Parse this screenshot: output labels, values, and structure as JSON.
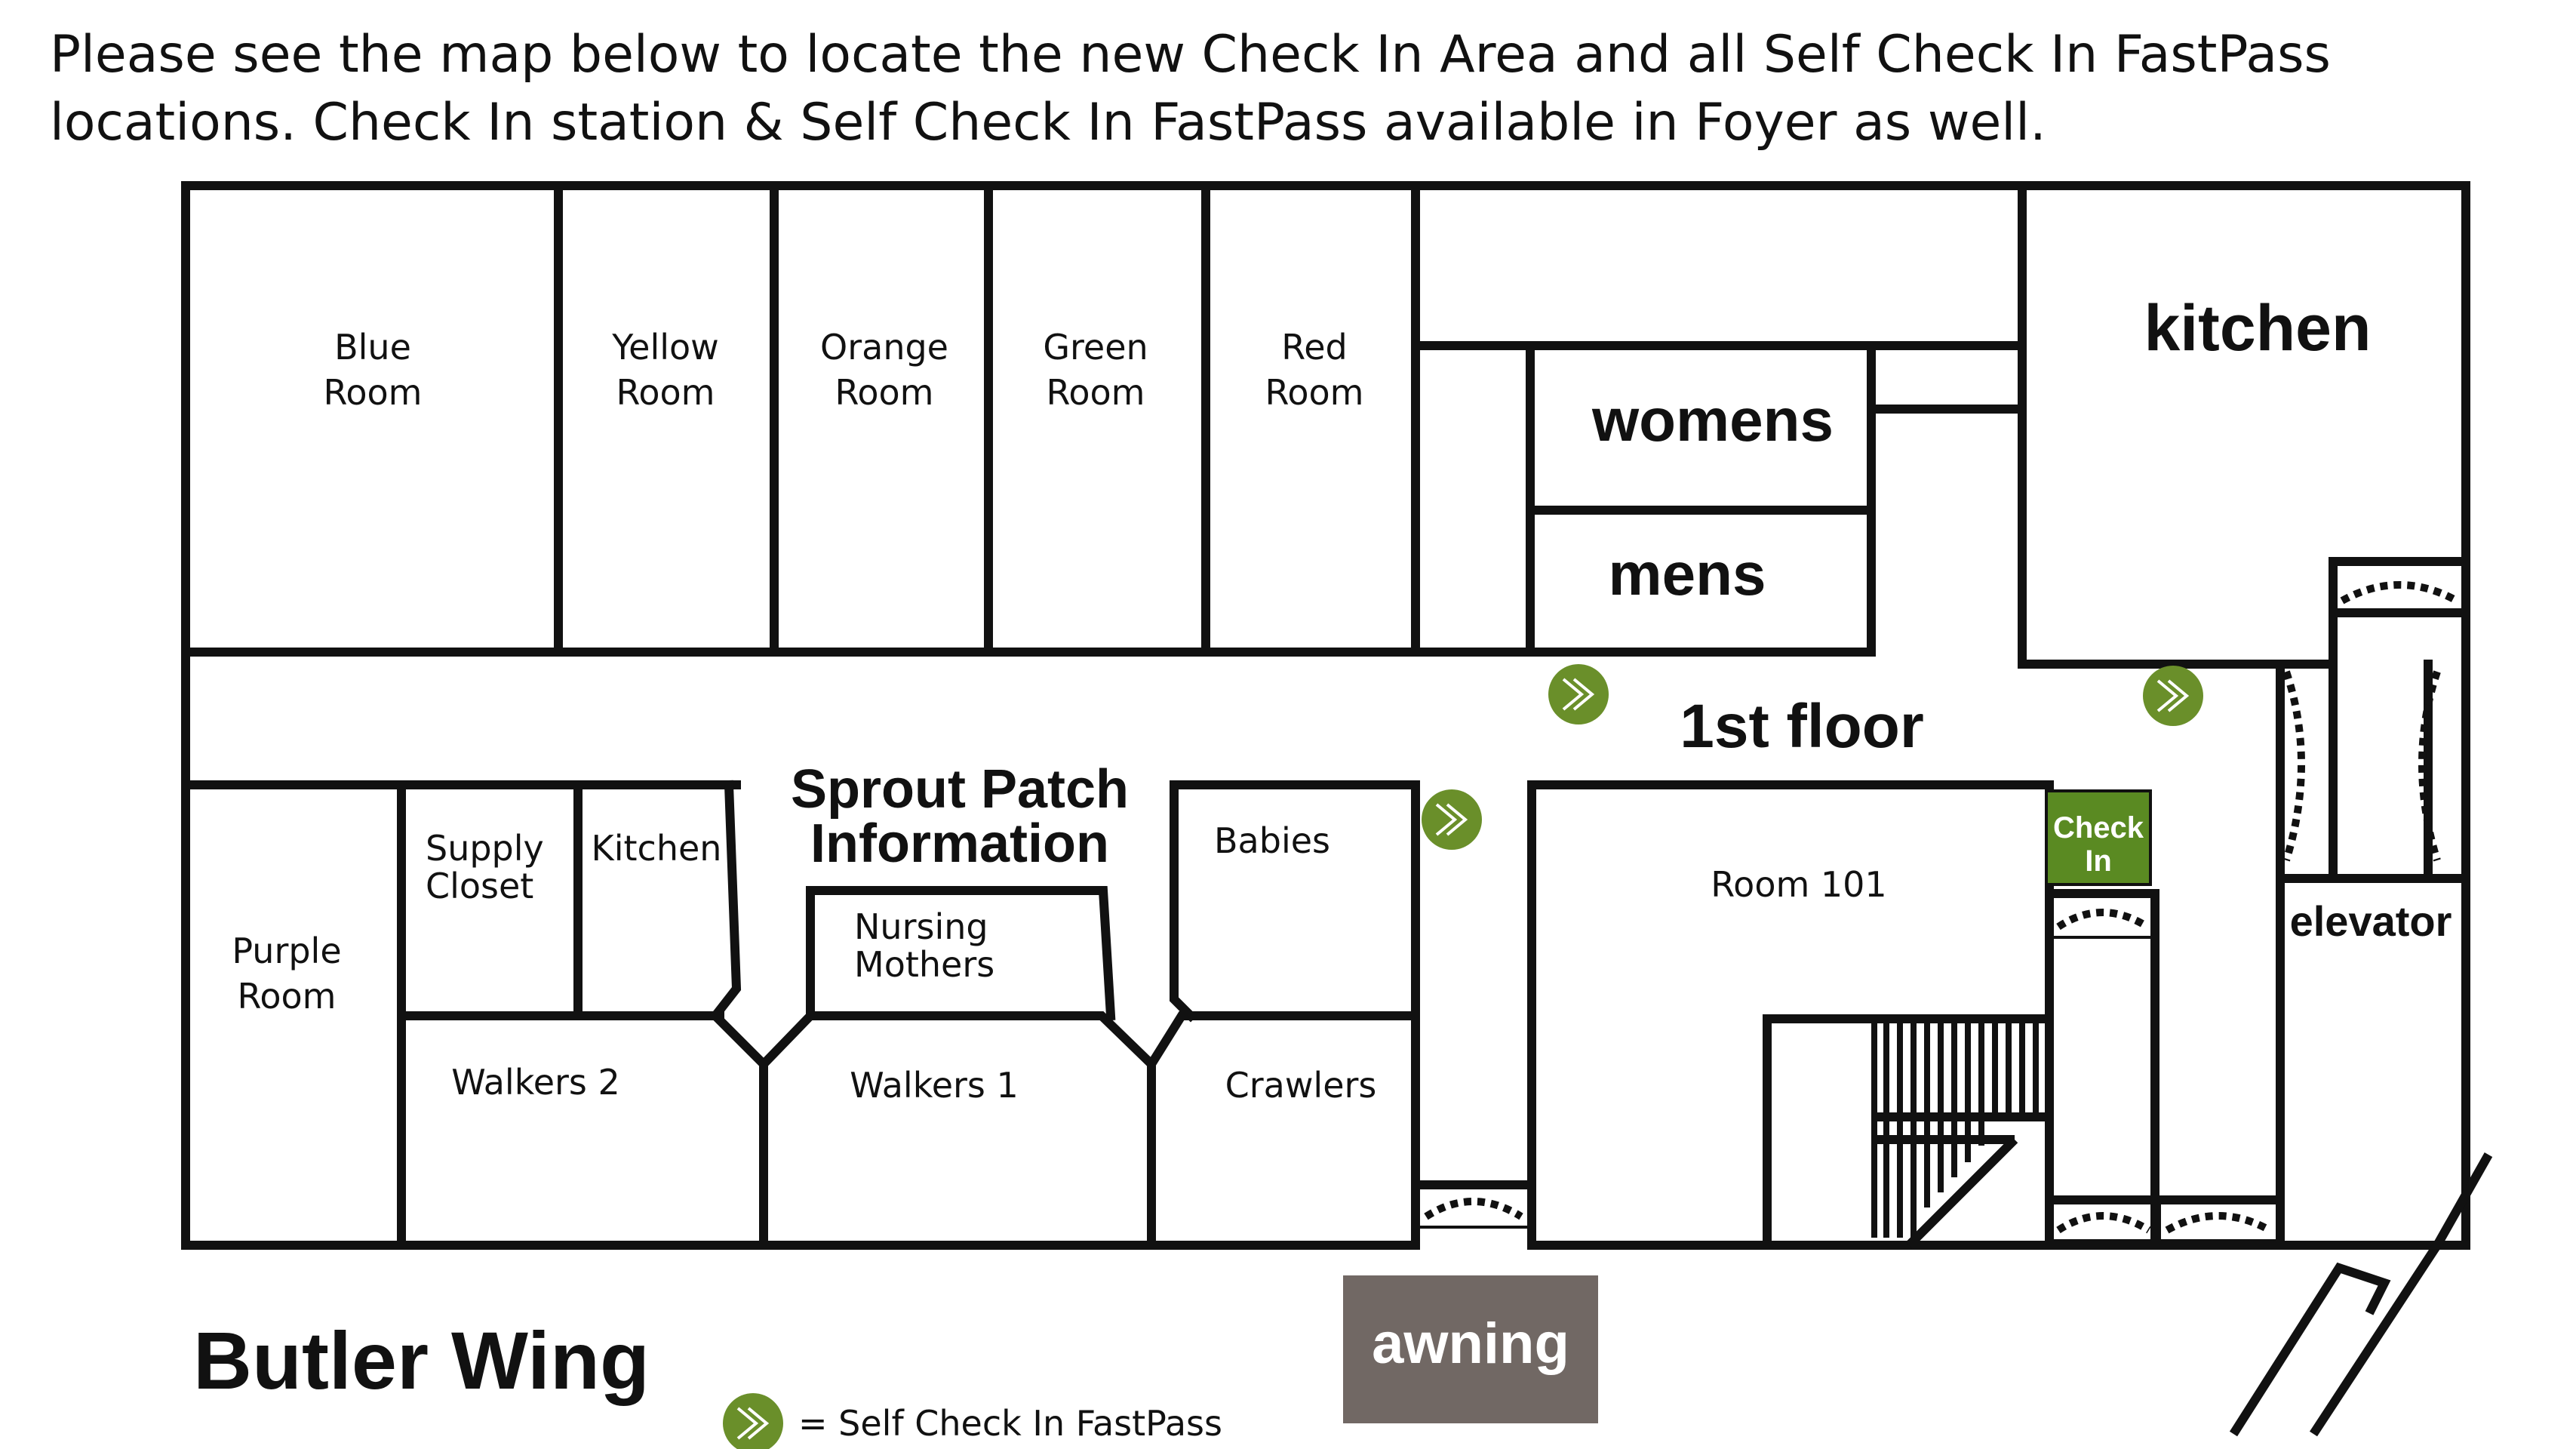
{
  "intro": {
    "line1": "Please see the map below to locate the new Check In Area and all Self Check In FastPass",
    "line2": "locations.  Check In station & Self Check In FastPass available in Foyer as well."
  },
  "rooms": {
    "blue": [
      "Blue",
      "Room"
    ],
    "yellow": [
      "Yellow",
      "Room"
    ],
    "orange": [
      "Orange",
      "Room"
    ],
    "green": [
      "Green",
      "Room"
    ],
    "red": [
      "Red",
      "Room"
    ],
    "womens": "womens",
    "mens": "mens",
    "kitchen_main": "kitchen",
    "floor": "1st floor",
    "purple": [
      "Purple",
      "Room"
    ],
    "supply": [
      "Supply",
      "Closet"
    ],
    "kitchen_small": "Kitchen",
    "sprout": [
      "Sprout Patch",
      "Information"
    ],
    "nursing": [
      "Nursing",
      "Mothers"
    ],
    "babies": "Babies",
    "walkers2": "Walkers 2",
    "walkers1": "Walkers 1",
    "crawlers": "Crawlers",
    "room101": "Room 101",
    "checkin": [
      "Check",
      "In"
    ],
    "elevator": "elevator"
  },
  "wing_title": "Butler Wing",
  "awning": "awning",
  "legend": {
    "label": "= Self Check In FastPass"
  },
  "colors": {
    "wall": "#111111",
    "fastpass_green": "#6a8f2a",
    "checkin_green": "#5a8a22",
    "awning_bg": "#716864",
    "awning_text": "#ffffff"
  }
}
